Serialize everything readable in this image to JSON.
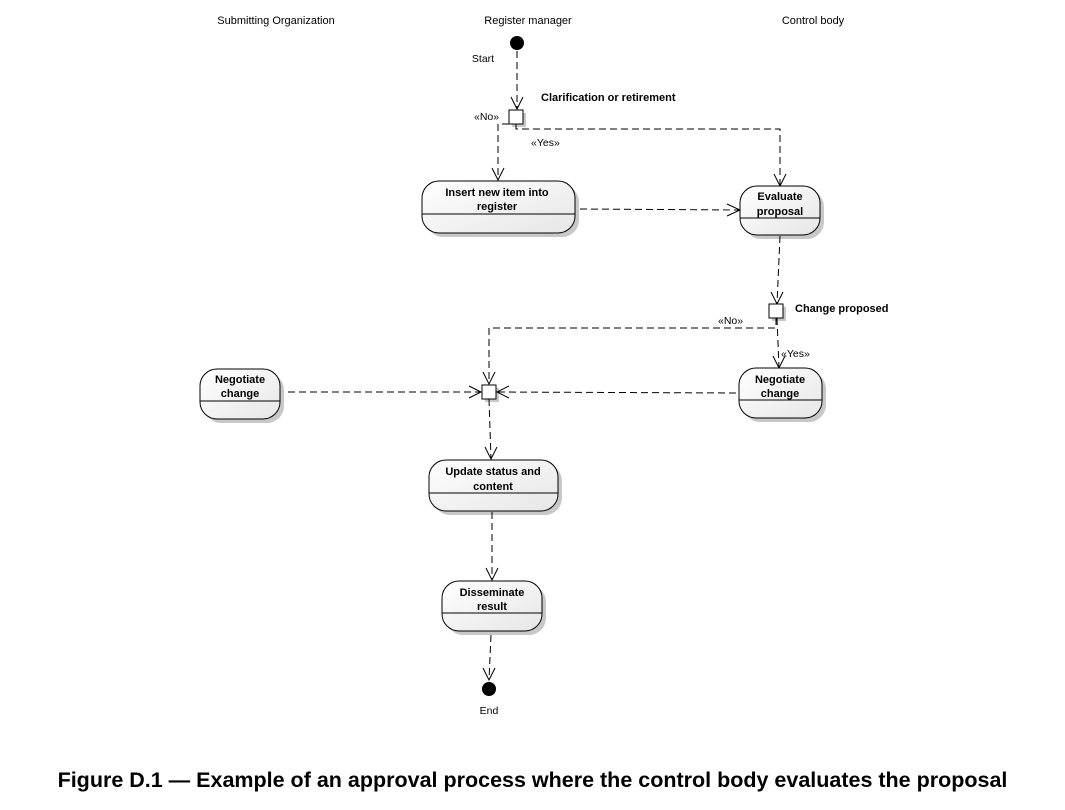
{
  "lanes": {
    "submitting_organization": "Submitting Organization",
    "register_manager": "Register manager",
    "control_body": "Control body"
  },
  "nodes": {
    "start": "Start",
    "end": "End",
    "insert_item": [
      "Insert new item into",
      "register"
    ],
    "evaluate": [
      "Evaluate",
      "proposal"
    ],
    "negotiate_submitter": [
      "Negotiate",
      "change"
    ],
    "negotiate_control": [
      "Negotiate",
      "change"
    ],
    "update": [
      "Update status and",
      "content"
    ],
    "disseminate": [
      "Disseminate",
      "result"
    ]
  },
  "decisions": {
    "clarification": "Clarification or retirement",
    "change_proposed": "Change proposed"
  },
  "guards": {
    "clarification_no": "«No»",
    "clarification_yes": "«Yes»",
    "change_no": "«No»",
    "change_yes": "«Yes»"
  },
  "caption": "Figure D.1 — Example of an approval process where the control body evaluates the proposal"
}
